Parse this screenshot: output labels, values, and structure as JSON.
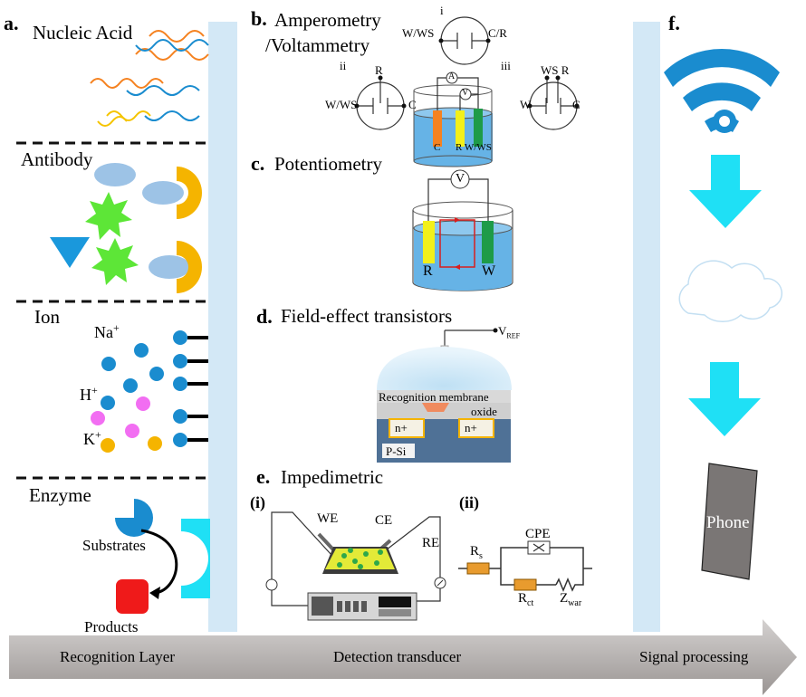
{
  "recognition": {
    "panel": "a.",
    "nucleic_acid": "Nucleic Acid",
    "antibody": "Antibody",
    "ion": "Ion",
    "ions": {
      "na": "Na",
      "h": "H",
      "k": "K",
      "charge": "+"
    },
    "enzyme": "Enzyme",
    "substrates": "Substrates",
    "products": "Products"
  },
  "amperometry": {
    "panel": "b.",
    "title_line1": "Amperometry",
    "title_line2": "/Voltammetry",
    "roman": [
      "i",
      "ii",
      "iii"
    ],
    "labels": {
      "wws": "W/WS",
      "cr": "C/R",
      "r": "R",
      "c": "C",
      "w": "W",
      "wsr": "WS R",
      "a": "A",
      "v": "V",
      "rwws": "R W/WS"
    }
  },
  "potentiometry": {
    "panel": "c.",
    "title": "Potentiometry",
    "v": "V",
    "r": "R",
    "w": "W"
  },
  "fet": {
    "panel": "d.",
    "title": "Field-effect transistors",
    "vref": "V",
    "vref_sub": "REF",
    "membrane": "Recognition membrane",
    "oxide": "oxide",
    "n_plus": "n+",
    "psi": "P-Si"
  },
  "impedimetric": {
    "panel": "e.",
    "title": "Impedimetric",
    "sub_i": "(i)",
    "sub_ii": "(ii)",
    "we": "WE",
    "ce": "CE",
    "re": "RE",
    "rs": "R",
    "rs_sub": "s",
    "cpe": "CPE",
    "rct": "R",
    "rct_sub": "ct",
    "zwar": "Z",
    "zwar_sub": "war"
  },
  "signal": {
    "panel": "f.",
    "phone": "Phone"
  },
  "footer": {
    "recognition": "Recognition Layer",
    "detection": "Detection transducer",
    "signal": "Signal processing"
  },
  "colors": {
    "blue": "#1a8ccf",
    "cyan": "#1fe0f5",
    "green": "#5de637",
    "yellow": "#f5b400",
    "magenta": "#f26ef2",
    "red": "#ef1a1a",
    "orange": "#f58220",
    "electrode_green": "#1e9b48",
    "electrode_yellow": "#f3f01a",
    "solution": "#66b3e6",
    "arrow_gray": "#a49f9d",
    "phone_gray": "#7a7675"
  }
}
